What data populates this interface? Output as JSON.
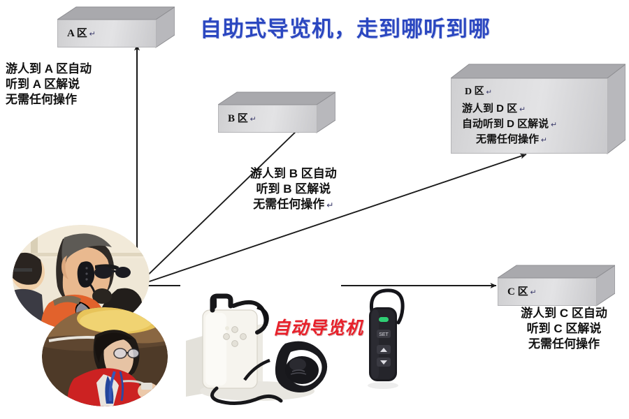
{
  "title": "自助式导览机，走到哪听到哪",
  "title_color": "#2b47c0",
  "caption_color": "#e8202a",
  "background": "#ffffff",
  "crlf_glyph": "↵",
  "zones": [
    {
      "id": "A",
      "label": "A 区",
      "lines": []
    },
    {
      "id": "B",
      "label": "B 区",
      "lines": []
    },
    {
      "id": "D",
      "label": "D 区",
      "lines": [
        "游人到 D 区",
        "自动听到 D 区解说",
        "无需任何操作"
      ]
    },
    {
      "id": "C",
      "label": "C 区",
      "lines": []
    }
  ],
  "text_blocks": {
    "zone_a": {
      "lines": [
        "游人到 A 区自动",
        "听到 A 区解说",
        "无需任何操作"
      ]
    },
    "zone_b": {
      "lines": [
        "游人到 B 区自动",
        "听到 B 区解说",
        "无需任何操作"
      ]
    },
    "zone_c": {
      "lines": [
        "游人到 C 区自动",
        "听到 C 区解说",
        "无需任何操作"
      ]
    }
  },
  "device_caption": "自动导览机",
  "remote": {
    "set_button_label": "SET",
    "up_button_label": "▲",
    "down_button_label": "▼",
    "led_color": "#2fcf74"
  },
  "photos": {
    "man": "tourist-man-with-earpiece-photo",
    "woman": "tourist-woman-in-red-coat-photo"
  }
}
